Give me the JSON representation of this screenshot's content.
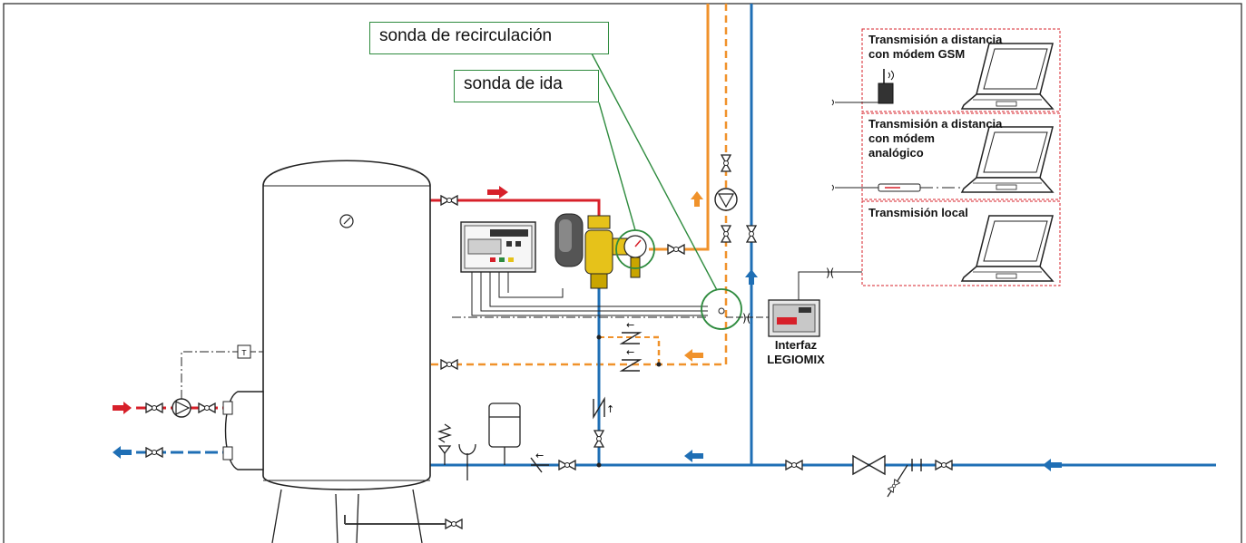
{
  "callouts": {
    "recirculation": "sonda de recirculación",
    "flow": "sonda de ida"
  },
  "panels": [
    {
      "line1": "Transmisión a distancia",
      "line2": "con módem GSM",
      "line3": ""
    },
    {
      "line1": "Transmisión a distancia",
      "line2": "con módem",
      "line3": "analógico"
    },
    {
      "line1": "Transmisión local",
      "line2": "",
      "line3": ""
    }
  ],
  "interface": {
    "line1": "Interfaz",
    "line2": "LEGIOMIX"
  },
  "colors": {
    "hot": "#d7202a",
    "cold": "#1f6fb5",
    "recirculation": "#f0922b",
    "probe_circle": "#2e8b3e",
    "panel_border": "#d7202a",
    "valve_body": "#e6c21a"
  }
}
